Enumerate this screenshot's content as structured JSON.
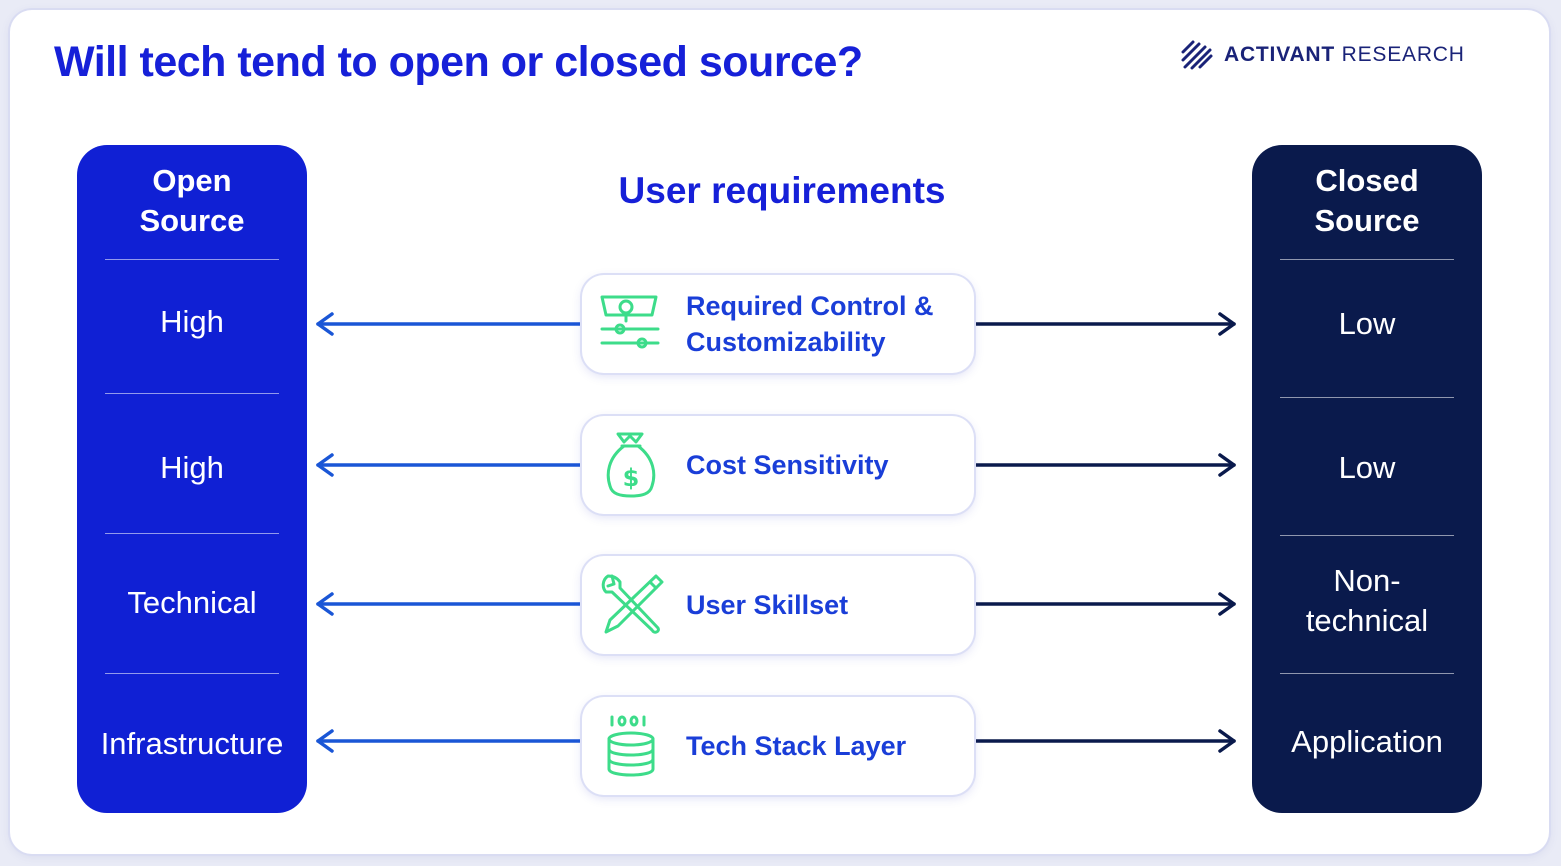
{
  "title": "Will tech tend to open or closed source?",
  "brand": {
    "name_bold": "ACTIVANT",
    "name_rest": " RESEARCH"
  },
  "subtitle": "User requirements",
  "open_column": {
    "header": [
      "Open",
      "Source"
    ],
    "values": [
      [
        "High"
      ],
      [
        "High"
      ],
      [
        "Technical"
      ],
      [
        "Infrastructure"
      ]
    ]
  },
  "closed_column": {
    "header": [
      "Closed",
      "Source"
    ],
    "values": [
      [
        "Low"
      ],
      [
        "Low"
      ],
      [
        "Non-",
        "technical"
      ],
      [
        "Application"
      ]
    ]
  },
  "requirements": [
    {
      "icon": "control-sliders-icon",
      "label": [
        "Required Control &",
        "Customizability"
      ]
    },
    {
      "icon": "money-bag-icon",
      "label": [
        "Cost Sensitivity"
      ]
    },
    {
      "icon": "wrench-pencil-icon",
      "label": [
        "User Skillset"
      ]
    },
    {
      "icon": "tech-stack-icon",
      "label": [
        "Tech Stack Layer"
      ]
    }
  ],
  "colors": {
    "open_blue": "#1020d4",
    "closed_navy": "#0a1a4c",
    "title_blue": "#1620d8",
    "icon_green": "#3ddc8a",
    "label_blue": "#1a3ed8"
  }
}
